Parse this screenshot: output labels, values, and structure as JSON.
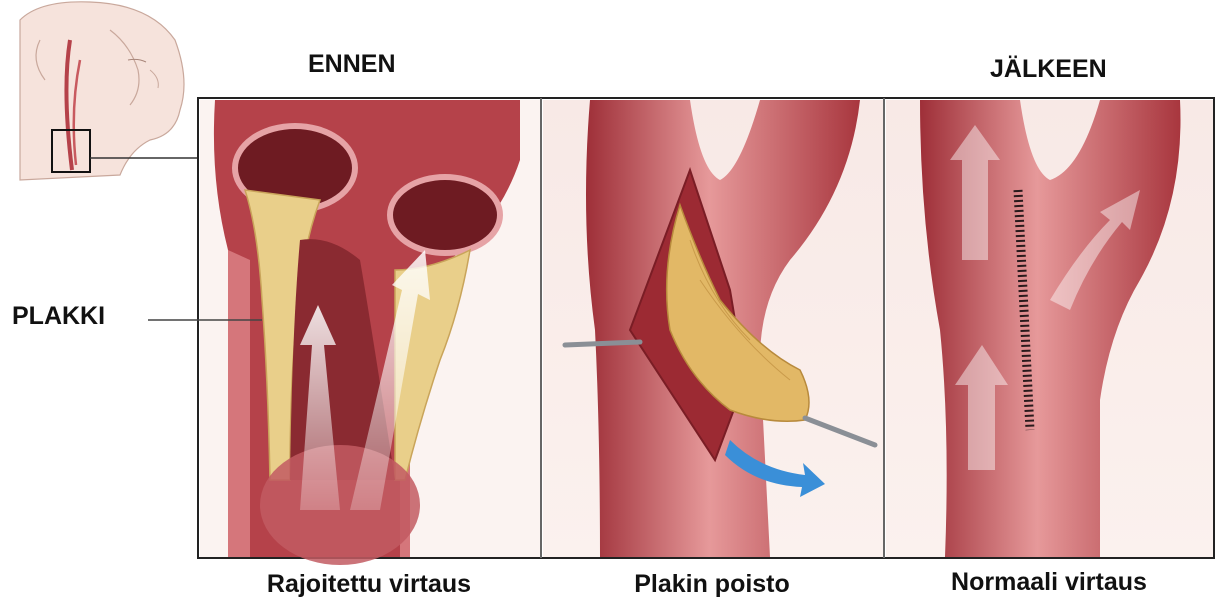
{
  "titles": {
    "before": "ENNEN",
    "after": "JÄLKEEN"
  },
  "labels": {
    "plaque": "PLAKKI"
  },
  "captions": {
    "panel1": "Rajoitettu virtaus",
    "panel2": "Plakin poisto",
    "panel3": "Normaali virtaus"
  },
  "colors": {
    "artery": "#b5424a",
    "artery_light": "#e08a8c",
    "plaque": "#e9cf8a",
    "lumen_dark": "#6e1b22",
    "arrow_blue": "#3a8fd8",
    "frame": "#222222"
  }
}
